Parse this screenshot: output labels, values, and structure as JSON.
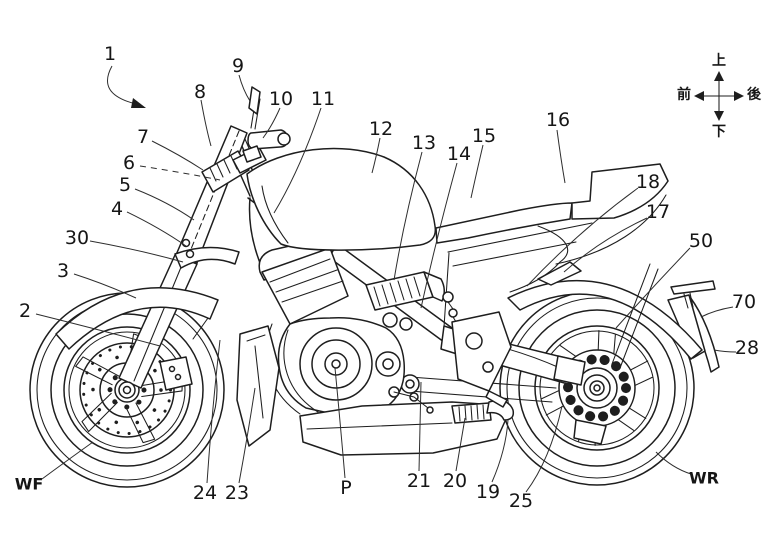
{
  "figure": {
    "ink_color": "#1e1e1e",
    "background_color": "#ffffff"
  },
  "compass": {
    "up": "上",
    "down": "下",
    "front": "前",
    "rear": "後"
  },
  "ref_labels": {
    "n1": "1",
    "n2": "2",
    "n3": "3",
    "n4": "4",
    "n5": "5",
    "n6": "6",
    "n7": "7",
    "n8": "8",
    "n9": "9",
    "n10": "10",
    "n11": "11",
    "n12": "12",
    "n13": "13",
    "n14": "14",
    "n15": "15",
    "n16": "16",
    "n17": "17",
    "n18": "18",
    "n19": "19",
    "n20": "20",
    "n21": "21",
    "n23": "23",
    "n24": "24",
    "n25": "25",
    "n28": "28",
    "n30": "30",
    "n50": "50",
    "n70": "70",
    "p": "P",
    "wf": "WF",
    "wr": "WR"
  }
}
